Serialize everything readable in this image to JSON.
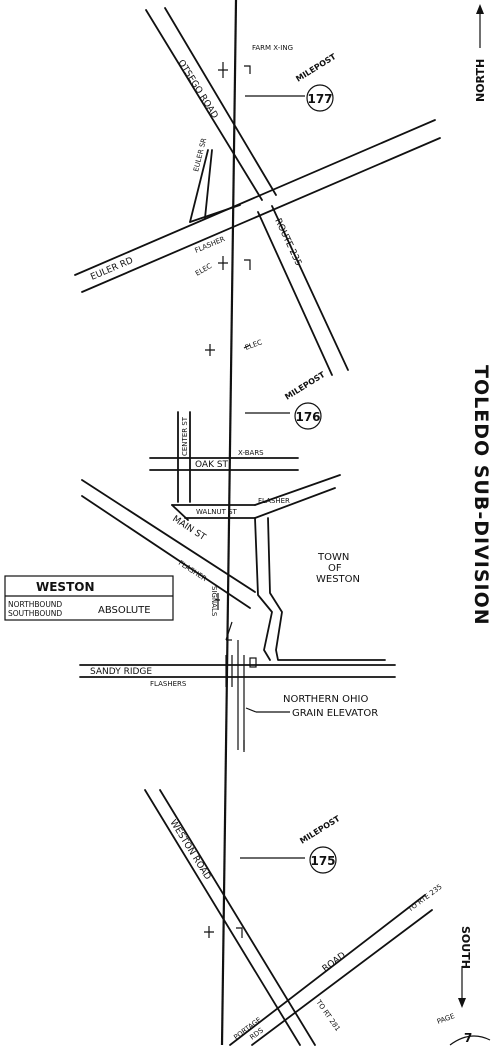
{
  "title": "TOLEDO SUB-DIVISION",
  "north_label": "NORTH",
  "south_label": "SOUTH",
  "station_box": {
    "name": "WESTON",
    "rows": [
      "NORTHBOUND",
      "SOUTHBOUND"
    ],
    "aspect": "ABSOLUTE"
  },
  "mileposts": [
    {
      "label": "MILEPOST",
      "number": "177"
    },
    {
      "label": "MILEPOST",
      "number": "176"
    },
    {
      "label": "MILEPOST",
      "number": "175"
    }
  ],
  "roads": {
    "otsego_road": "OTSEGO ROAD",
    "euler_rd": "EULER RD",
    "euler_sr": "EULER SR",
    "route_235": "ROUTE 235",
    "center_st": "CENTER ST",
    "oak_st": "OAK ST",
    "walnut_st": "WALNUT ST",
    "main_st": "MAIN ST",
    "sandy_ridge": "SANDY RIDGE",
    "weston_road": "WESTON ROAD",
    "portage_road": "ROAD",
    "portage_label": "PORTAGE",
    "to_rte_235": "TO RTE 235",
    "to_rt_281": "TO RT 281",
    "rds": "RDS"
  },
  "annotations": {
    "farm_xing": "FARM X-ING",
    "flasher_1": "FLASHER",
    "flasher_2": "FLASHER",
    "flasher_3": "FLASHER",
    "flasher_4": "FLASHERS",
    "xbars": "X-BARS",
    "signals": "SIGNALS",
    "elec_1": "ELEC",
    "elec_2": "ELEC",
    "town": [
      "TOWN",
      "OF",
      "WESTON"
    ],
    "grain": [
      "NORTHERN OHIO",
      "GRAIN ELEVATOR"
    ],
    "page_label": "PAGE",
    "page_number": "7"
  }
}
